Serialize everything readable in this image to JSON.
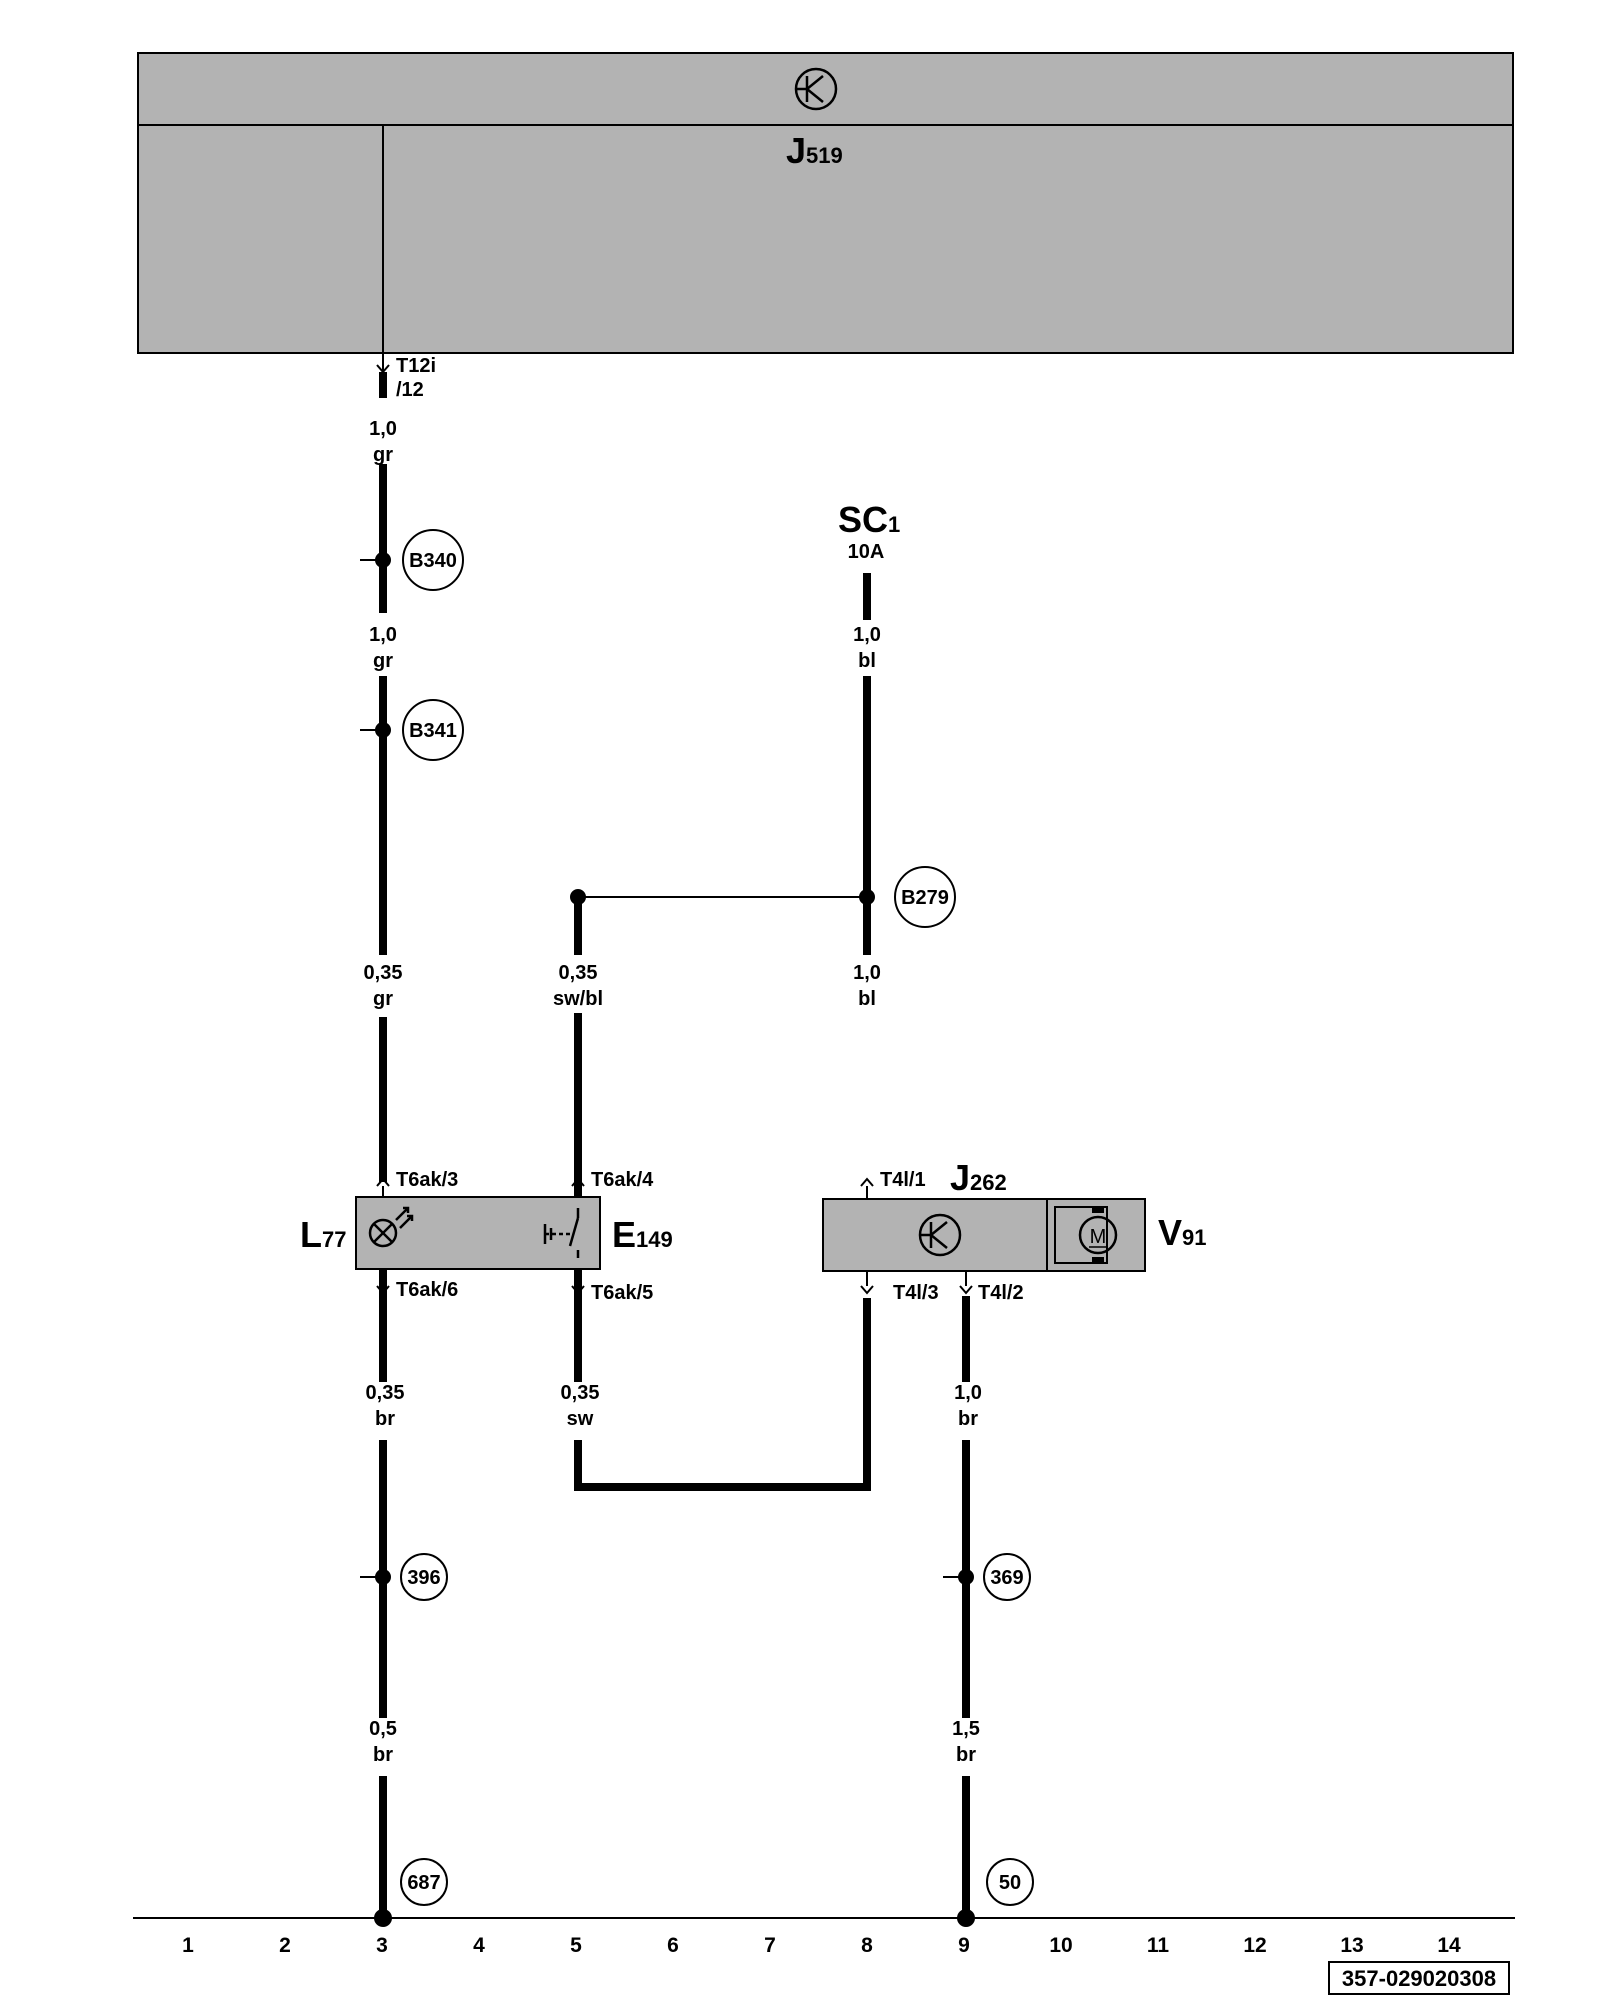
{
  "control_unit": {
    "name": "J",
    "sub": "519"
  },
  "fuse": {
    "name": "SC",
    "sub": "1",
    "rating": "10A"
  },
  "components": {
    "L77": {
      "name": "L",
      "sub": "77"
    },
    "E149": {
      "name": "E",
      "sub": "149"
    },
    "J262": {
      "name": "J",
      "sub": "262"
    },
    "V91": {
      "name": "V",
      "sub": "91"
    },
    "motor": {
      "glyph": "M"
    }
  },
  "connectors": {
    "t12i_a": "T12i",
    "t12i_b": "/12",
    "t6ak3": "T6ak/3",
    "t6ak4": "T6ak/4",
    "t6ak6": "T6ak/6",
    "t6ak5": "T6ak/5",
    "t4l1": "T4l/1",
    "t4l3": "T4l/3",
    "t4l2": "T4l/2"
  },
  "wires": {
    "c3_a": {
      "size": "1,0",
      "color": "gr"
    },
    "c3_b": {
      "size": "1,0",
      "color": "gr"
    },
    "c3_c": {
      "size": "0,35",
      "color": "gr"
    },
    "c3_d": {
      "size": "0,35",
      "color": "br"
    },
    "c3_e": {
      "size": "0,5",
      "color": "br"
    },
    "c5_a": {
      "size": "0,35",
      "color": "sw/bl"
    },
    "c5_b": {
      "size": "0,35",
      "color": "sw"
    },
    "c8_a": {
      "size": "1,0",
      "color": "bl"
    },
    "c8_b": {
      "size": "1,0",
      "color": "bl"
    },
    "c9_a": {
      "size": "1,0",
      "color": "br"
    },
    "c9_b": {
      "size": "1,5",
      "color": "br"
    }
  },
  "badges": {
    "b340": "B340",
    "b341": "B341",
    "b279": "B279",
    "g396": "396",
    "g369": "369",
    "g687": "687",
    "g50": "50"
  },
  "columns": [
    "1",
    "2",
    "3",
    "4",
    "5",
    "6",
    "7",
    "8",
    "9",
    "10",
    "11",
    "12",
    "13",
    "14"
  ],
  "doc_ref": "357-029020308",
  "colors": {
    "line": "#000000",
    "component_fill": "#b3b3b3",
    "background": "#ffffff"
  }
}
